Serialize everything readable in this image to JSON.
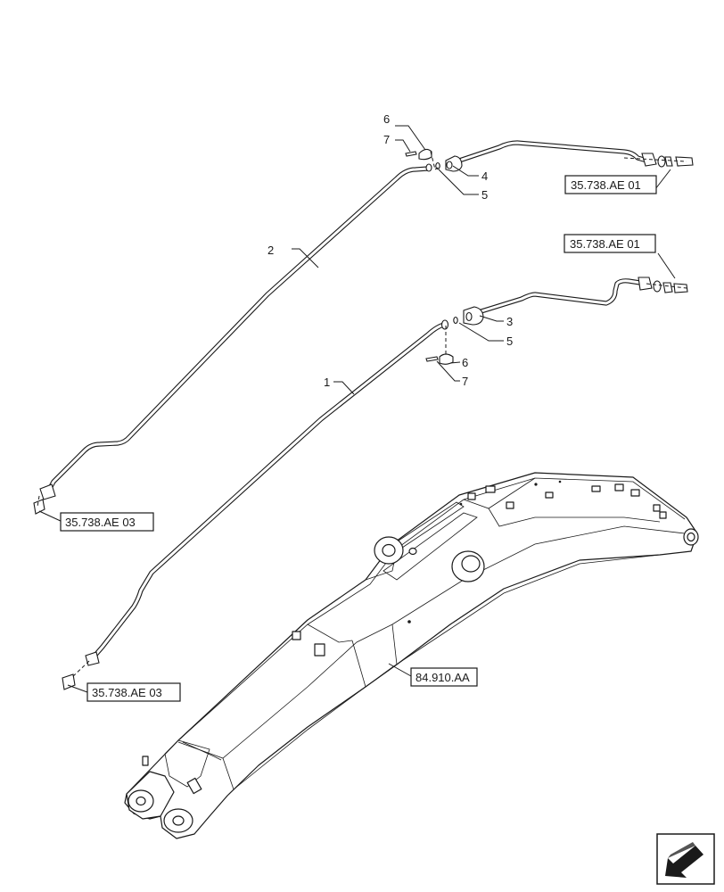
{
  "callouts": {
    "item_1": "1",
    "item_2": "2",
    "item_3": "3",
    "item_4": "4",
    "item_5_upper": "5",
    "item_5_lower": "5",
    "item_6_upper": "6",
    "item_6_lower": "6",
    "item_7_upper": "7",
    "item_7_lower": "7"
  },
  "references": {
    "ref_top_right": "35.738.AE 01",
    "ref_mid_right": "35.738.AE 01",
    "ref_left_upper": "35.738.AE 03",
    "ref_left_lower": "35.738.AE 03",
    "ref_boom": "84.910.AA"
  },
  "icons": {
    "navigation": "arrow-icon"
  }
}
